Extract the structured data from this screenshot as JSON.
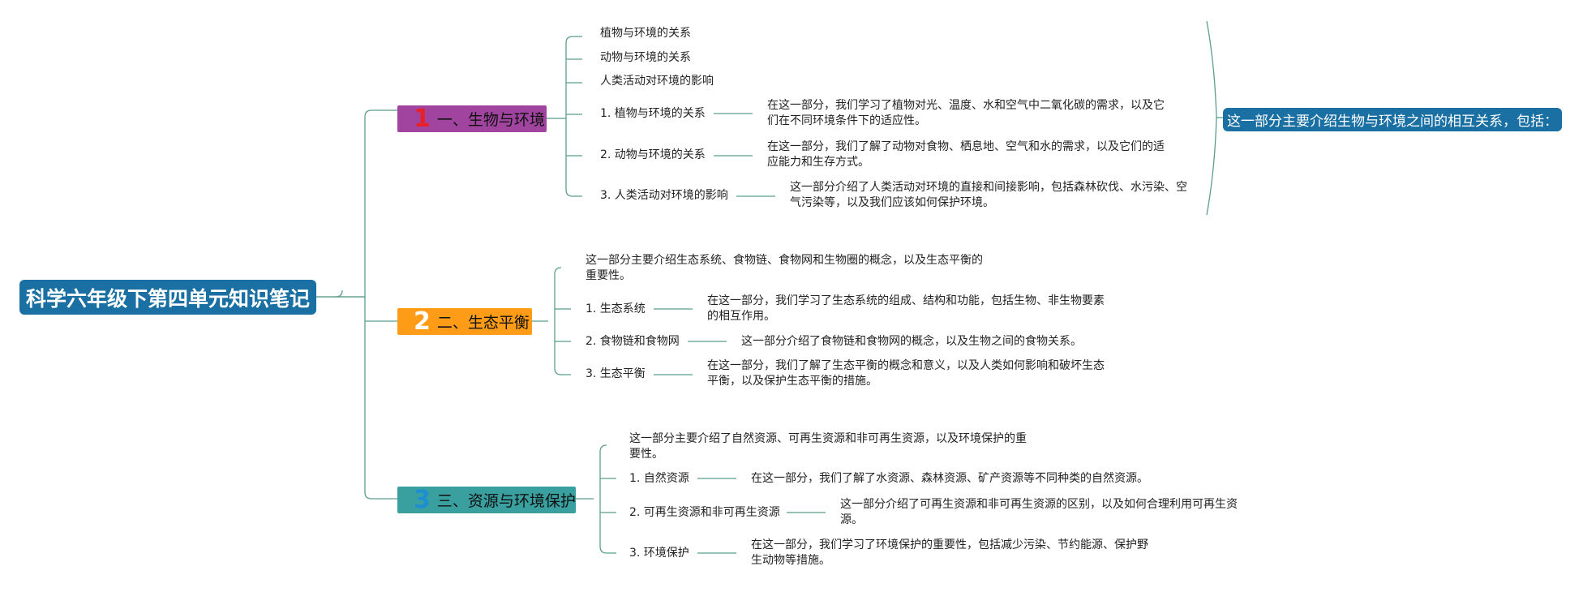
{
  "root": {
    "label": "科学六年级下第四单元知识笔记"
  },
  "branches": [
    {
      "num": "1",
      "label": "一、生物与环境",
      "color": "#a044a0",
      "num_color": "#e8202a",
      "items": [
        {
          "label": "植物与环境的关系"
        },
        {
          "label": "动物与环境的关系"
        },
        {
          "label": "人类活动对环境的影响"
        },
        {
          "label": "1. 植物与环境的关系",
          "desc": "在这一部分，我们学习了植物对光、温度、水和空气中二氧化碳的需求，以及它们在不同环境条件下的适应性。"
        },
        {
          "label": "2. 动物与环境的关系",
          "desc": "在这一部分，我们了解了动物对食物、栖息地、空气和水的需求，以及它们的适应能力和生存方式。"
        },
        {
          "label": "3. 人类活动对环境的影响",
          "desc": "这一部分介绍了人类活动对环境的直接和间接影响，包括森林砍伐、水污染、空气污染等，以及我们应该如何保护环境。"
        }
      ],
      "callout": "这一部分主要介绍生物与环境之间的相互关系，包括："
    },
    {
      "num": "2",
      "label": "二、生态平衡",
      "color": "#ff9c17",
      "num_color": "#ffffff",
      "intro": "这一部分主要介绍生态系统、食物链、食物网和生物圈的概念，以及生态平衡的重要性。",
      "items": [
        {
          "label": "1. 生态系统",
          "desc": "在这一部分，我们学习了生态系统的组成、结构和功能，包括生物、非生物要素的相互作用。"
        },
        {
          "label": "2. 食物链和食物网",
          "desc": "这一部分介绍了食物链和食物网的概念，以及生物之间的食物关系。"
        },
        {
          "label": "3. 生态平衡",
          "desc": "在这一部分，我们了解了生态平衡的概念和意义，以及人类如何影响和破坏生态平衡，以及保护生态平衡的措施。"
        }
      ]
    },
    {
      "num": "3",
      "label": "三、资源与环境保护",
      "color": "#3a9f9f",
      "num_color": "#1d8ed0",
      "intro": "这一部分主要介绍了自然资源、可再生资源和非可再生资源，以及环境保护的重要性。",
      "items": [
        {
          "label": "1. 自然资源",
          "desc": "在这一部分，我们了解了水资源、森林资源、矿产资源等不同种类的自然资源。"
        },
        {
          "label": "2. 可再生资源和非可再生资源",
          "desc": "这一部分介绍了可再生资源和非可再生资源的区别，以及如何合理利用可再生资源。"
        },
        {
          "label": "3. 环境保护",
          "desc": "在这一部分，我们学习了环境保护的重要性，包括减少污染、节约能源、保护野生动物等措施。"
        }
      ]
    }
  ],
  "line_color": "#5b9e8e"
}
